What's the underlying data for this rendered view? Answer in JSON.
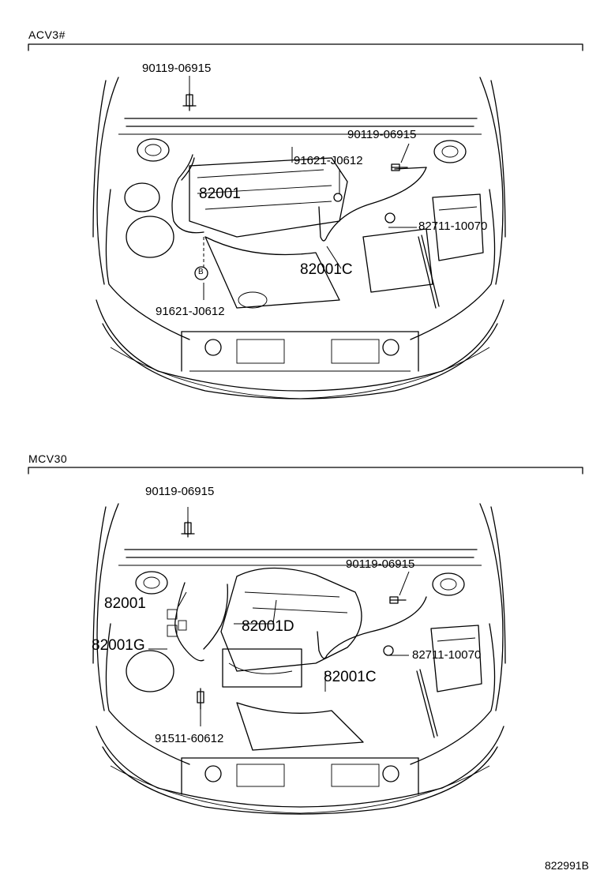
{
  "sections": [
    {
      "header": "ACV3#",
      "labels": {
        "bolt_top": "90119-06915",
        "bolt_right": "90119-06915",
        "wire_small": "91621-J0612",
        "harness_main": "82001",
        "clamp_right": "82711-10070",
        "harness_c": "82001C",
        "wire_bottom": "91621-J0612",
        "callout_b": "B"
      }
    },
    {
      "header": "MCV30",
      "labels": {
        "bolt_top": "90119-06915",
        "bolt_right": "90119-06915",
        "harness_main": "82001",
        "harness_d": "82001D",
        "harness_g": "82001G",
        "clamp_right": "82711-10070",
        "harness_c": "82001C",
        "bolt_bottom": "91511-60612"
      }
    }
  ],
  "catalog_number": "822991B"
}
